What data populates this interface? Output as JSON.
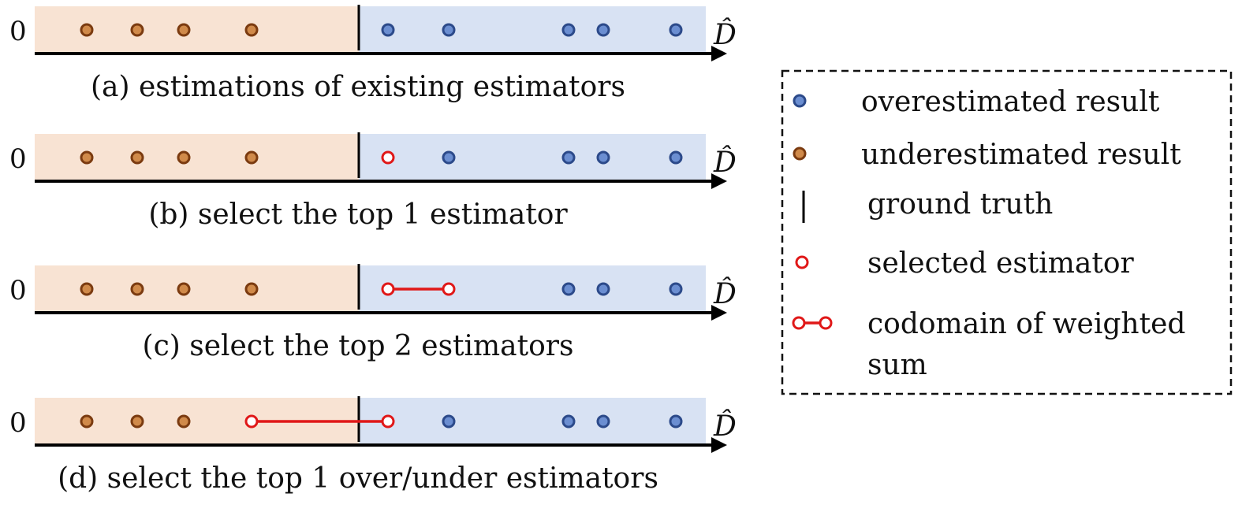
{
  "zero_label": "0",
  "axis_label": "D̂",
  "colors": {
    "under_band": "#f8e3d3",
    "over_band": "#d8e2f3",
    "under_dot_fill": "#d08a4a",
    "under_dot_stroke": "#7b3b10",
    "over_dot_fill": "#6b8ed1",
    "over_dot_stroke": "#2c4a8a",
    "selected": "#e01818",
    "axis": "#000000"
  },
  "panels": [
    {
      "caption": "(a) estimations of existing estimators",
      "under": [
        1,
        2,
        3,
        4
      ],
      "over": [
        5,
        6,
        7,
        8,
        9
      ],
      "selected": [],
      "segment": null
    },
    {
      "caption": "(b) select the top 1 estimator",
      "under": [
        1,
        2,
        3,
        4
      ],
      "over": [
        6,
        7,
        8,
        9
      ],
      "selected": [
        5
      ],
      "segment": null
    },
    {
      "caption": "(c) select the top 2 estimators",
      "under": [
        1,
        2,
        3,
        4
      ],
      "over": [
        7,
        8,
        9
      ],
      "selected": [
        5,
        6
      ],
      "segment": [
        5,
        6
      ]
    },
    {
      "caption": "(d) select the top 1 over/under estimators",
      "under": [
        1,
        2,
        3
      ],
      "over": [
        6,
        7,
        8,
        9
      ],
      "selected": [
        4,
        5
      ],
      "segment": [
        4,
        5
      ]
    }
  ],
  "legend": {
    "items": [
      {
        "icon": "overestimated-dot-icon",
        "lines": [
          "overestimated result"
        ]
      },
      {
        "icon": "underestimated-dot-icon",
        "lines": [
          "underestimated result"
        ]
      },
      {
        "icon": "ground-truth-bar-icon",
        "lines": [
          "ground truth"
        ]
      },
      {
        "icon": "selected-circle-icon",
        "lines": [
          "selected estimator"
        ]
      },
      {
        "icon": "codomain-segment-icon",
        "lines": [
          "codomain of weighted",
          "sum"
        ]
      }
    ]
  }
}
